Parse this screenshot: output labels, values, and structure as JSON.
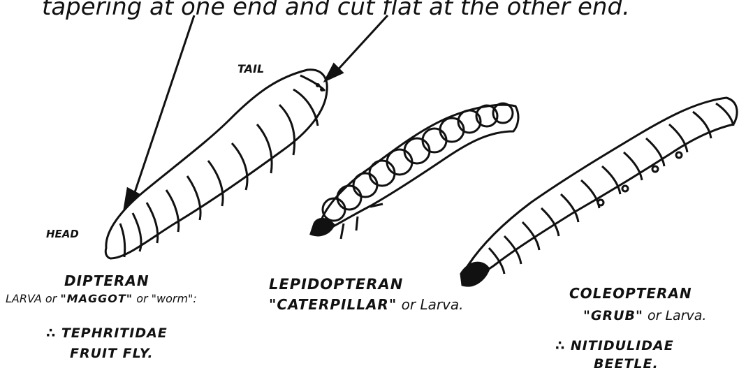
{
  "caption_top": "tapering at one end and cut flat at the other end.",
  "labels": {
    "tail": "TAIL",
    "head": "HEAD"
  },
  "specimens": [
    {
      "title": "DIPTERAN",
      "subtitle_prefix": "LARVA or",
      "subtitle_quote1": "\"MAGGOT\"",
      "subtitle_mid": "or",
      "subtitle_quote2": "\"worm\":",
      "example_line1": "∴ TEPHRITIDAE",
      "example_line2": "FRUIT FLY."
    },
    {
      "title": "LEPIDOPTERAN",
      "subtitle_quote": "\"CATERPILLAR\"",
      "subtitle_suffix": "or Larva."
    },
    {
      "title": "COLEOPTERAN",
      "subtitle_quote": "\"GRUB\"",
      "subtitle_suffix": "or Larva.",
      "example_line1": "∴ NITIDULIDAE",
      "example_line2": "BEETLE."
    }
  ],
  "colors": {
    "ink": "#111111",
    "paper": "#ffffff"
  },
  "icons": [
    "arrow-icon",
    "arrow-icon",
    "maggot-drawing",
    "caterpillar-drawing",
    "grub-drawing"
  ]
}
